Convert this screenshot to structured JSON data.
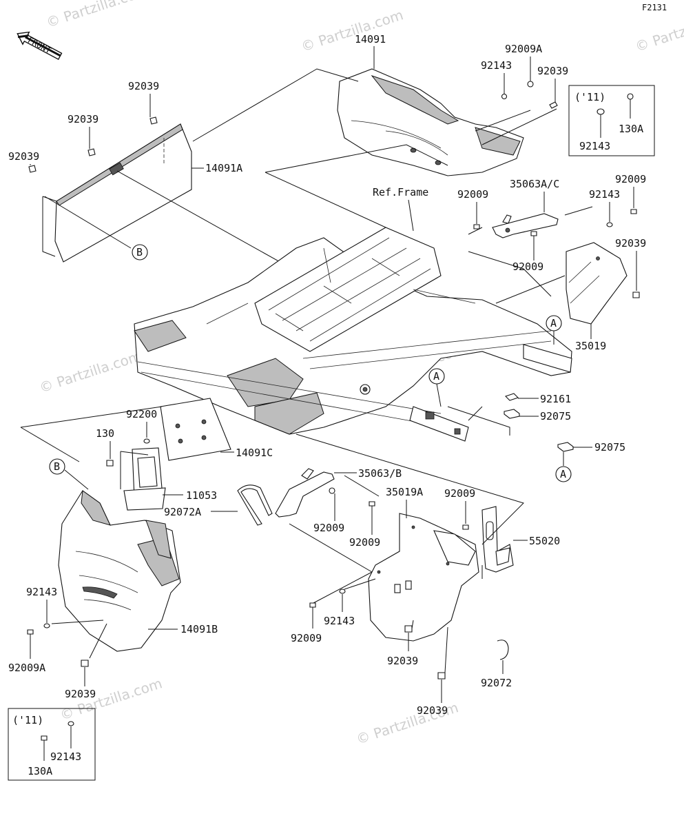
{
  "diagram_code": "F2131",
  "front_arrow": "FRONT",
  "ref_frame": "Ref.Frame",
  "callouts": {
    "a_main": "A",
    "a_mid": "A",
    "a_bot": "A",
    "b_top": "B",
    "b_bot": "B"
  },
  "year_box_top": {
    "year": "('11)",
    "part1": "130A",
    "part2": "92143"
  },
  "year_box_bot": {
    "year": "('11)",
    "part1": "92143",
    "part2": "130A"
  },
  "labels": {
    "p14091": "14091",
    "p92009A_top": "92009A",
    "p92143_top": "92143",
    "p92039_top_r": "92039",
    "p92039_a": "92039",
    "p92039_b": "92039",
    "p92039_c": "92039",
    "p14091A": "14091A",
    "p35063AC": "35063A/C",
    "p92009_a": "92009",
    "p92009_b": "92009",
    "p92143_r": "92143",
    "p92009_c": "92009",
    "p92039_r": "92039",
    "p35019": "35019",
    "p92161": "92161",
    "p92075_a": "92075",
    "p92075_b": "92075",
    "p92200": "92200",
    "p130": "130",
    "p14091C": "14091C",
    "p35063B": "35063/B",
    "p11053": "11053",
    "p92072A": "92072A",
    "p92009_d": "92009",
    "p92009_e": "92009",
    "p35019A": "35019A",
    "p92009_f": "92009",
    "p55020": "55020",
    "p92143_l": "92143",
    "p92009A_l": "92009A",
    "p14091B": "14091B",
    "p92039_l": "92039",
    "p92009_g": "92009",
    "p92143_m": "92143",
    "p92039_m": "92039",
    "p92072": "92072",
    "p92039_bot": "92039"
  },
  "watermark": "© Partzilla.com"
}
